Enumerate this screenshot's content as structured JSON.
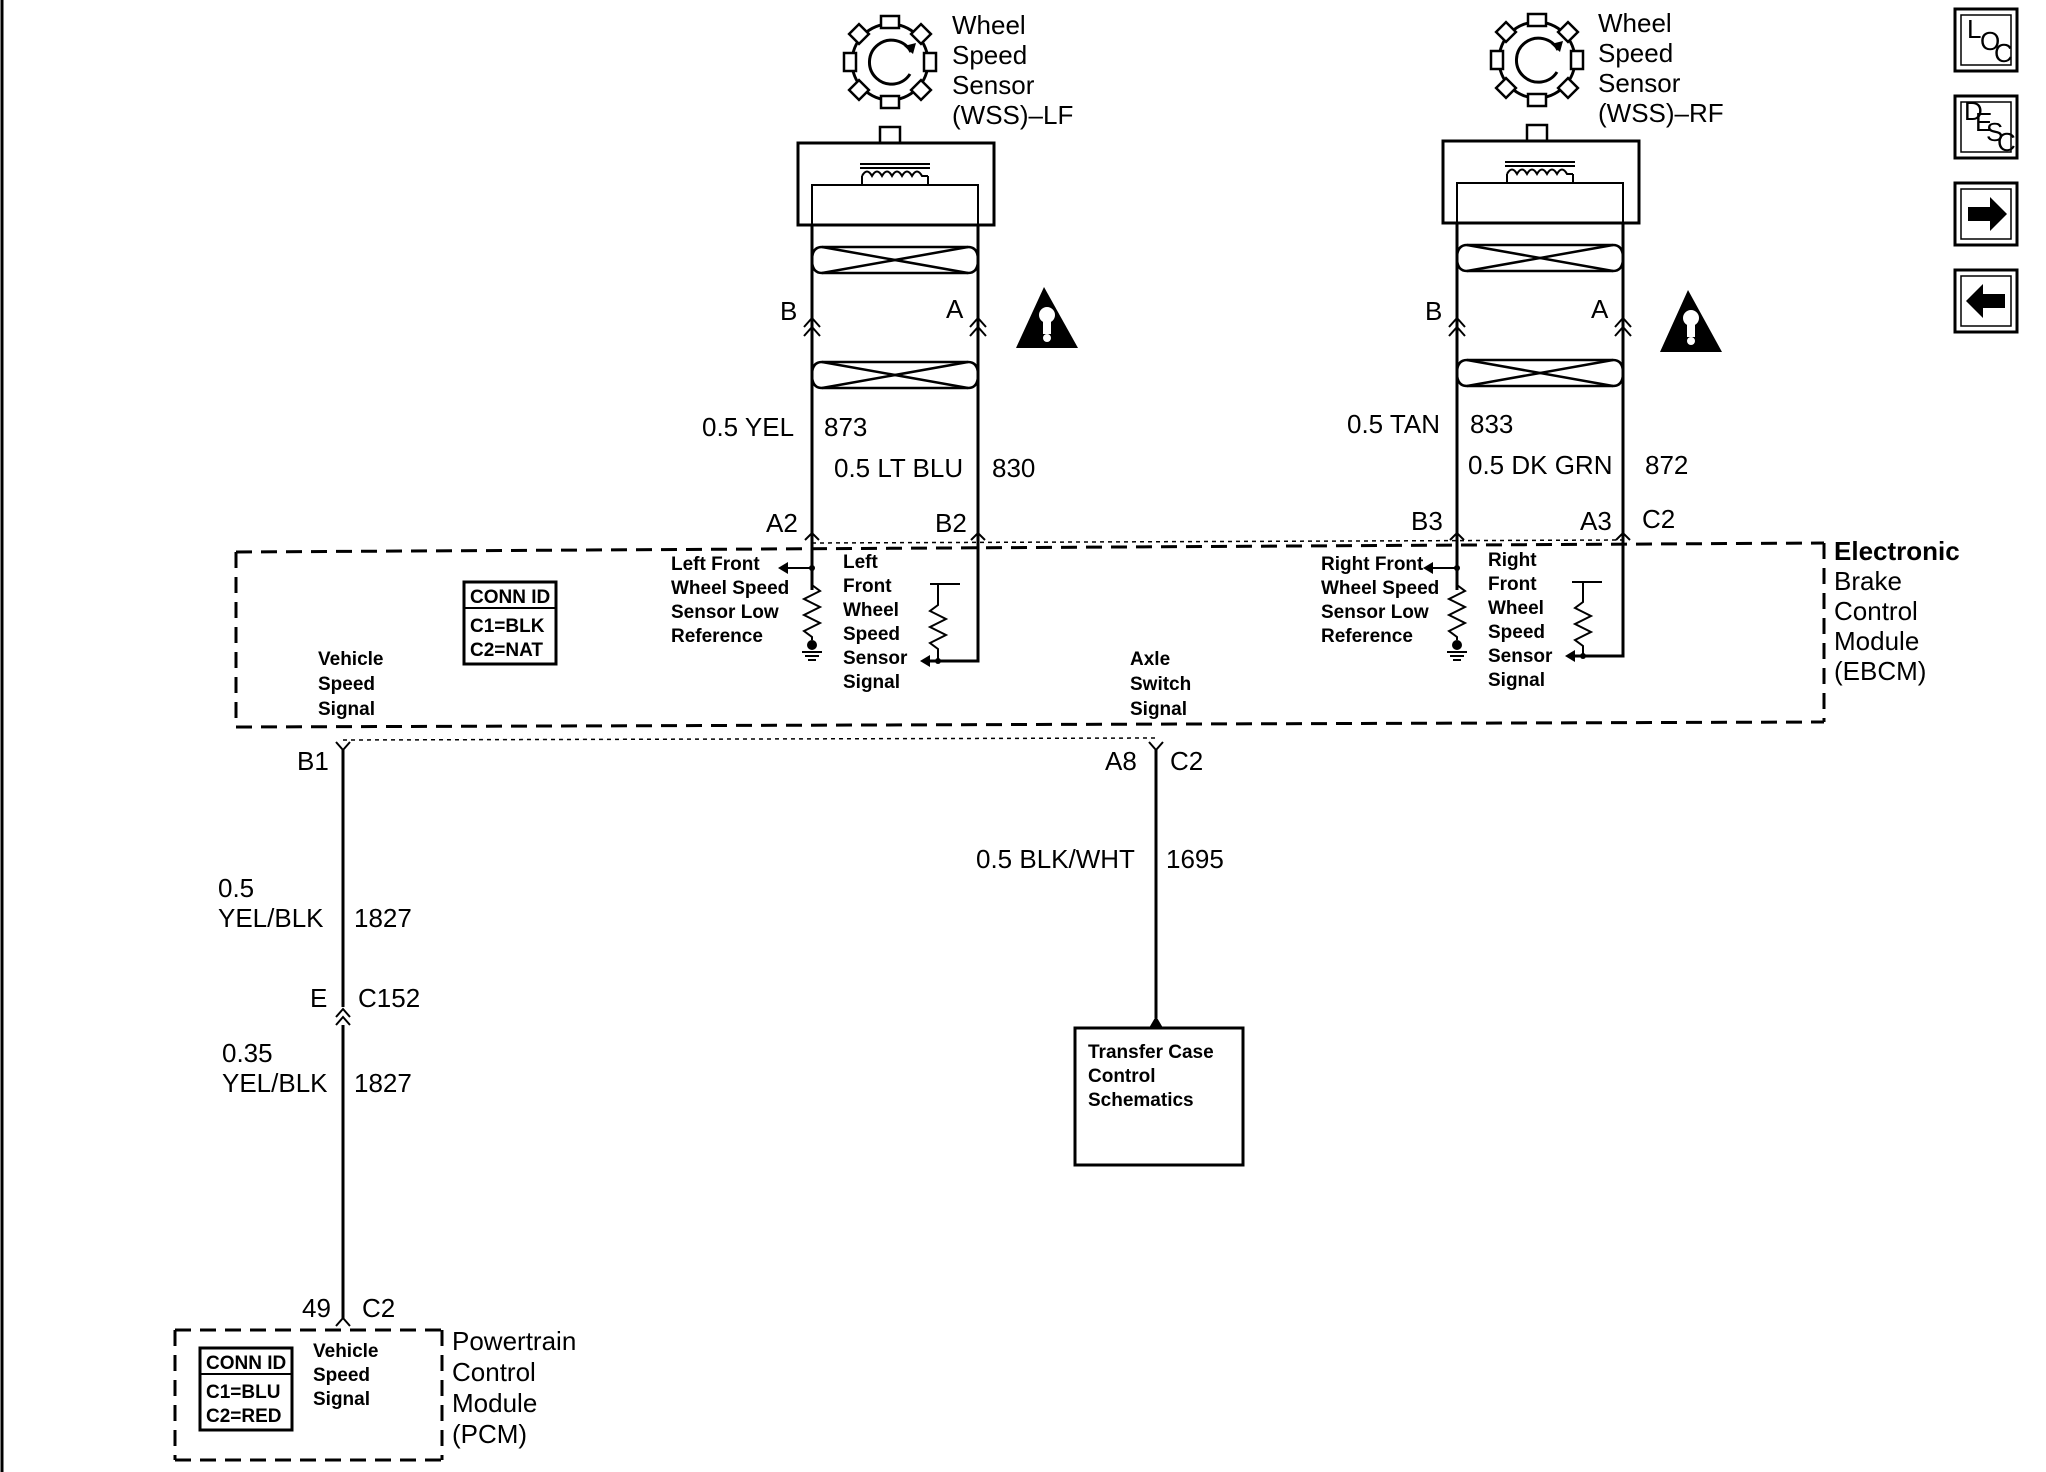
{
  "nav": {
    "loc_label": [
      "L",
      "O",
      "C"
    ],
    "desc_label": [
      "D",
      "E",
      "S",
      "C"
    ],
    "next_icon": "arrow-right-icon",
    "prev_icon": "arrow-left-icon"
  },
  "sensor_lf": {
    "title_lines": [
      "Wheel",
      "Speed",
      "Sensor",
      "(WSS)–LF"
    ],
    "pin_b": "B",
    "pin_a": "A",
    "wire_b_label": "0.5 YEL",
    "wire_b_circuit": "873",
    "wire_a_label": "0.5 LT BLU",
    "wire_a_circuit": "830",
    "ebcm_pin_b": "A2",
    "ebcm_pin_a": "B2"
  },
  "sensor_rf": {
    "title_lines": [
      "Wheel",
      "Speed",
      "Sensor",
      "(WSS)–RF"
    ],
    "pin_b": "B",
    "pin_a": "A",
    "wire_b_label": "0.5 TAN",
    "wire_b_circuit": "833",
    "wire_a_label": "0.5 DK GRN",
    "wire_a_circuit": "872",
    "ebcm_pin_b": "B3",
    "ebcm_pin_a": "A3",
    "ebcm_conn": "C2"
  },
  "ebcm": {
    "title_lines": [
      "Electronic",
      "Brake",
      "Control",
      "Module",
      "(EBCM)"
    ],
    "conn_id": [
      "CONN ID",
      "C1=BLK",
      "C2=NAT"
    ],
    "vss_label": [
      "Vehicle",
      "Speed",
      "Signal"
    ],
    "axle_label": [
      "Axle",
      "Switch",
      "Signal"
    ],
    "lf_low_ref": [
      "Left Front",
      "Wheel Speed",
      "Sensor Low",
      "Reference"
    ],
    "lf_signal": [
      "Left",
      "Front",
      "Wheel",
      "Speed",
      "Sensor",
      "Signal"
    ],
    "rf_low_ref": [
      "Right Front",
      "Wheel Speed",
      "Sensor Low",
      "Reference"
    ],
    "rf_signal": [
      "Right",
      "Front",
      "Wheel",
      "Speed",
      "Sensor",
      "Signal"
    ]
  },
  "vss_circuit": {
    "ebcm_pin": "B1",
    "wire1_gauge": "0.5",
    "wire1_color": "YEL/BLK",
    "wire1_circuit": "1827",
    "inline_pin": "E",
    "inline_conn": "C152",
    "wire2_gauge": "0.35",
    "wire2_color": "YEL/BLK",
    "wire2_circuit": "1827",
    "pcm_pin": "49",
    "pcm_conn": "C2"
  },
  "axle_circuit": {
    "ebcm_pin": "A8",
    "ebcm_conn": "C2",
    "wire_label": "0.5 BLK/WHT",
    "wire_circuit": "1695",
    "target_lines": [
      "Transfer Case",
      "Control",
      "Schematics"
    ]
  },
  "pcm": {
    "title_lines": [
      "Powertrain",
      "Control",
      "Module",
      "(PCM)"
    ],
    "conn_id": [
      "CONN ID",
      "C1=BLU",
      "C2=RED"
    ],
    "vss_label": [
      "Vehicle",
      "Speed",
      "Signal"
    ]
  }
}
